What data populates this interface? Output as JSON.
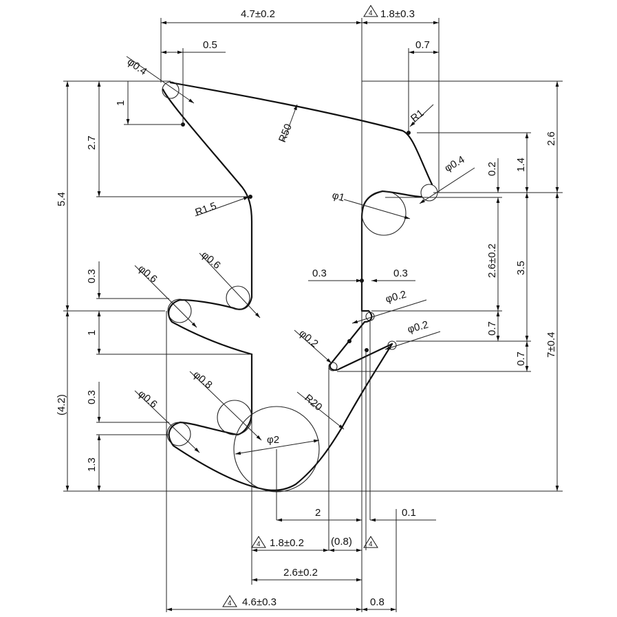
{
  "dims": {
    "top_width": "4.7±0.2",
    "top_right_width": "1.8±0.3",
    "top_right_width_mark": "4",
    "tip_offset_left": "0.5",
    "tip_offset_right": "0.7",
    "tip_dia_left": "φ0.4",
    "tip_dia_right": "φ0.4",
    "arc_radius_top": "R50",
    "corner_radius": "R1",
    "neck_radius": "R1.5",
    "hole_dia": "φ1",
    "left_fin_dia_1": "φ0.6",
    "left_fin_dia_2": "φ0.6",
    "left_fin_dia_3": "φ0.6",
    "root_dia": "φ0.8",
    "bulb_dia": "φ2",
    "bulb_radius_r20": "R20",
    "tip_small_1": "φ0.2",
    "tip_small_2": "φ0.2",
    "tip_small_3": "φ0.2",
    "height_total_left": "5.4",
    "height_upper": "2.7",
    "height_tip": "1",
    "height_fin_gap": "0.3",
    "height_fin_gap_2": "1",
    "height_lower": "(4.2)",
    "height_fin_gap_3": "0.3",
    "height_lower_2": "1.3",
    "right_height_2_6": "2.6",
    "right_height_1_4": "1.4",
    "right_height_0_2": "0.2",
    "right_height_2_6_tol": "2.6±0.2",
    "right_height_3_5": "3.5",
    "right_height_0_7_a": "0.7",
    "right_height_0_7_b": "0.7",
    "right_height_total": "7±0.4",
    "wall_left": "0.3",
    "wall_right": "0.3",
    "bottom_2": "2",
    "bottom_0_1": "0.1",
    "bottom_1_8": "1.8±0.2",
    "bottom_1_8_mark": "4",
    "bottom_0_8_ref": "(0.8)",
    "bottom_0_8_mark": "4",
    "bottom_2_6": "2.6±0.2",
    "bottom_4_6": "4.6±0.3",
    "bottom_4_6_mark": "4",
    "bottom_0_8": "0.8"
  }
}
